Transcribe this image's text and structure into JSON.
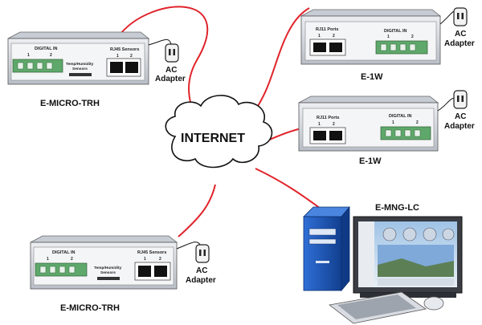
{
  "network": {
    "cloud_label": "INTERNET"
  },
  "devices": {
    "micro_top": {
      "name": "E-MICRO-TRH",
      "digital_in": "DIGITAL IN",
      "port1": "1",
      "port2": "2",
      "sensor_text_1": "Temp/Humidity",
      "sensor_text_2": "Sensors",
      "rj45_label": "RJ45 Sensors",
      "rj45_port1": "1",
      "rj45_port2": "2"
    },
    "micro_bottom": {
      "name": "E-MICRO-TRH",
      "digital_in": "DIGITAL IN",
      "port1": "1",
      "port2": "2",
      "sensor_text_1": "Temp/Humidity",
      "sensor_text_2": "Sensors",
      "rj45_label": "RJ45 Sensors",
      "rj45_port1": "1",
      "rj45_port2": "2"
    },
    "e1w_top": {
      "name": "E-1W",
      "rj11_label": "RJ11 Ports",
      "rj11_port1": "1",
      "rj11_port2": "2",
      "digital_in": "DIGITAL IN",
      "port1": "1",
      "port2": "2"
    },
    "e1w_mid": {
      "name": "E-1W",
      "rj11_label": "RJ11 Ports",
      "rj11_port1": "1",
      "rj11_port2": "2",
      "digital_in": "DIGITAL IN",
      "port1": "1",
      "port2": "2"
    },
    "workstation": {
      "name": "E-MNG-LC"
    }
  },
  "adapters": {
    "micro_top": {
      "line1": "AC",
      "line2": "Adapter"
    },
    "micro_bottom": {
      "line1": "AC",
      "line2": "Adapter"
    },
    "e1w_top": {
      "line1": "AC",
      "line2": "Adapter"
    },
    "e1w_mid": {
      "line1": "AC",
      "line2": "Adapter"
    }
  },
  "colors": {
    "link": "#e0242b",
    "device_body": "#d9dde3",
    "device_front": "#f4f5f7",
    "terminal": "#5fa86b",
    "tower": "#1f5fc0"
  }
}
